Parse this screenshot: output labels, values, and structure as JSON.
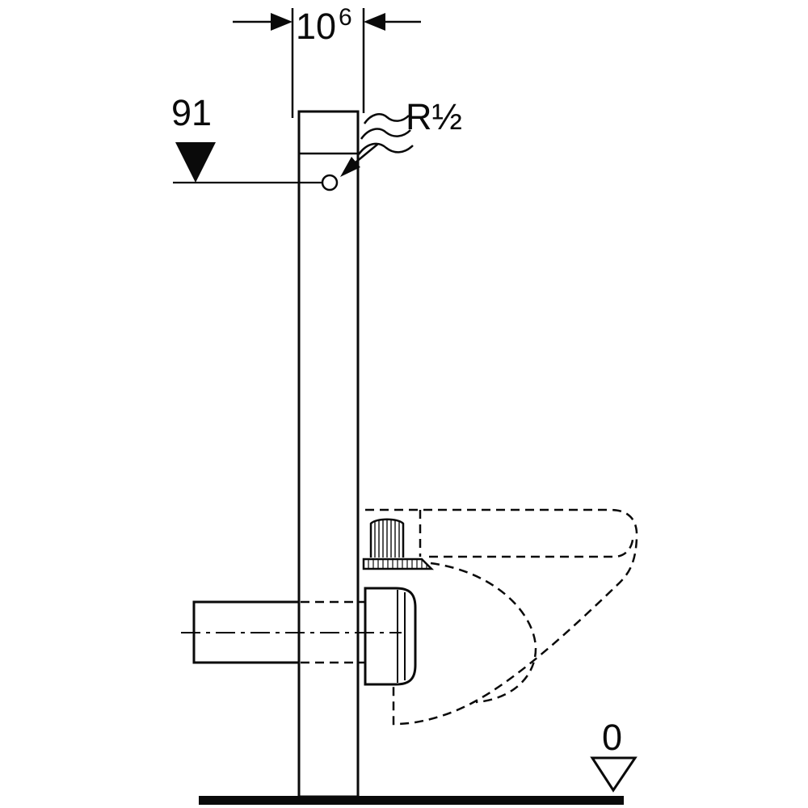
{
  "drawing": {
    "background_color": "#ffffff",
    "line_color": "#000000",
    "annotations": {
      "depth_dimension": {
        "value": "10",
        "superscript": "6"
      },
      "level_upper": {
        "value": "91"
      },
      "water_supply": {
        "value": "R½"
      },
      "level_floor": {
        "value": "0"
      }
    }
  }
}
